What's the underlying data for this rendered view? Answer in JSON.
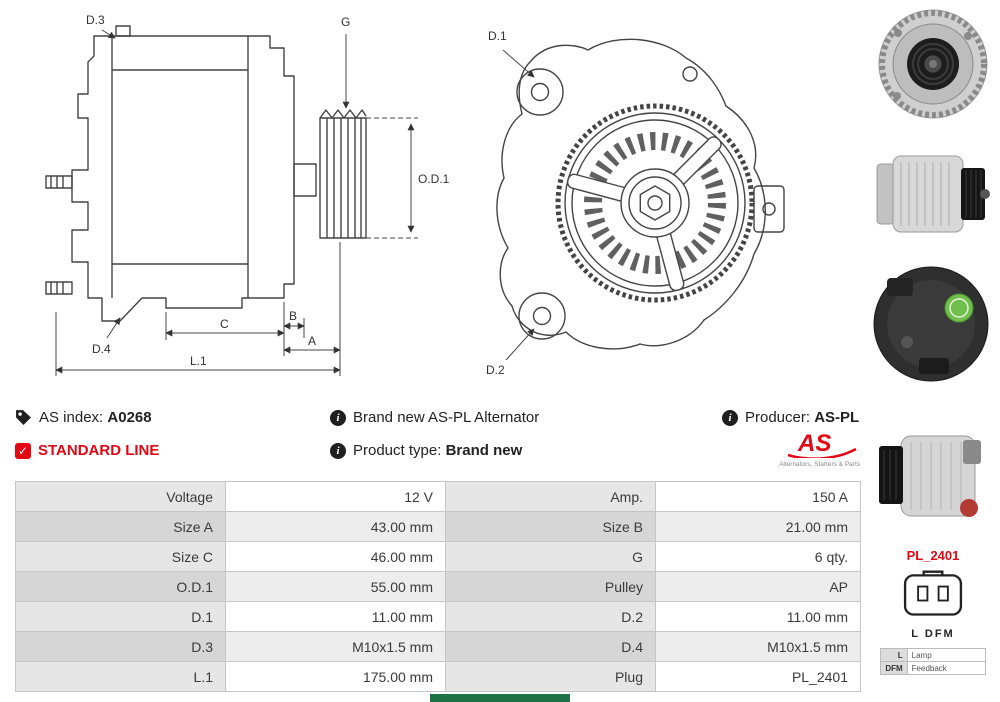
{
  "colors": {
    "accent_red": "#e30613"
  },
  "product": {
    "as_index_label": "AS index:",
    "as_index_value": "A0268",
    "line_label": "STANDARD LINE",
    "description": "Brand new AS-PL Alternator",
    "product_type_label": "Product type:",
    "product_type_value": "Brand new",
    "producer_label": "Producer:",
    "producer_value": "AS-PL"
  },
  "brand": {
    "logo_text": "AS",
    "logo_tagline": "Alternators, Starters & Parts"
  },
  "diagram": {
    "side_view_labels": {
      "d3": "D.3",
      "g": "G",
      "od1": "O.D.1",
      "d4": "D.4",
      "c": "C",
      "b": "B",
      "a": "A",
      "l1": "L.1"
    },
    "front_view_labels": {
      "d1": "D.1",
      "d2": "D.2"
    }
  },
  "spec_table": {
    "rows": [
      {
        "l1": "Voltage",
        "v1": "12 V",
        "l2": "Amp.",
        "v2": "150 A"
      },
      {
        "l1": "Size A",
        "v1": "43.00 mm",
        "l2": "Size B",
        "v2": "21.00 mm"
      },
      {
        "l1": "Size C",
        "v1": "46.00 mm",
        "l2": "G",
        "v2": "6 qty."
      },
      {
        "l1": "O.D.1",
        "v1": "55.00 mm",
        "l2": "Pulley",
        "v2": "AP"
      },
      {
        "l1": "D.1",
        "v1": "11.00 mm",
        "l2": "D.2",
        "v2": "11.00 mm"
      },
      {
        "l1": "D.3",
        "v1": "M10x1.5 mm",
        "l2": "D.4",
        "v2": "M10x1.5 mm"
      },
      {
        "l1": "L.1",
        "v1": "175.00 mm",
        "l2": "Plug",
        "v2": "PL_2401"
      }
    ]
  },
  "plug": {
    "code": "PL_2401",
    "pin_labels": "L DFM",
    "legend": [
      {
        "key": "L",
        "desc": "Lamp"
      },
      {
        "key": "DFM",
        "desc": "Feedback"
      }
    ]
  }
}
